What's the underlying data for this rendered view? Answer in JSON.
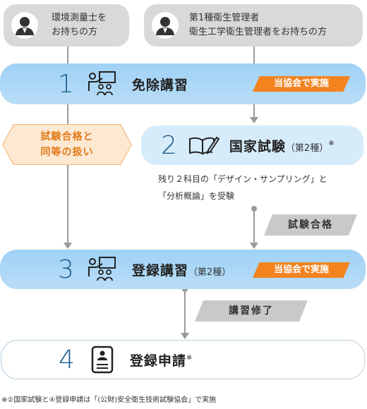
{
  "qualifications": [
    {
      "line1": "環境測量士を",
      "line2": "お持ちの方",
      "icon": "person-icon"
    },
    {
      "line1": "第1種衛生管理者",
      "line2": "衛生工学衛生管理者をお持ちの方",
      "icon": "person-icon"
    }
  ],
  "steps": [
    {
      "number": "1",
      "title": "免除講習",
      "suffix": "",
      "icon": "lecture-icon",
      "badge": "当協会で実施"
    },
    {
      "number": "2",
      "title": "国家試験",
      "suffix": "（第2種）",
      "mark": "※",
      "icon": "book-pen-icon"
    },
    {
      "number": "3",
      "title": "登録講習",
      "suffix": "（第2種）",
      "icon": "lecture-icon",
      "badge": "当協会で実施"
    },
    {
      "number": "4",
      "title": "登録申請",
      "suffix": "",
      "mark": "※",
      "icon": "document-person-icon"
    }
  ],
  "equivalent": {
    "line1": "試験合格と",
    "line2": "同等の扱い"
  },
  "exam_note": {
    "line1": "残り２科目の「デザイン・サンプリング」と",
    "line2": "「分析概論」を受験"
  },
  "transitions": {
    "pass": "試験合格",
    "complete": "講習修了"
  },
  "footnote": "※②国家試験と④登録申請は「(公財)安全衛生技術試験協会」で実施",
  "colors": {
    "step_blue": "#a8d6f7",
    "accent_orange": "#f2831f",
    "number_blue": "#1e5f8e"
  }
}
